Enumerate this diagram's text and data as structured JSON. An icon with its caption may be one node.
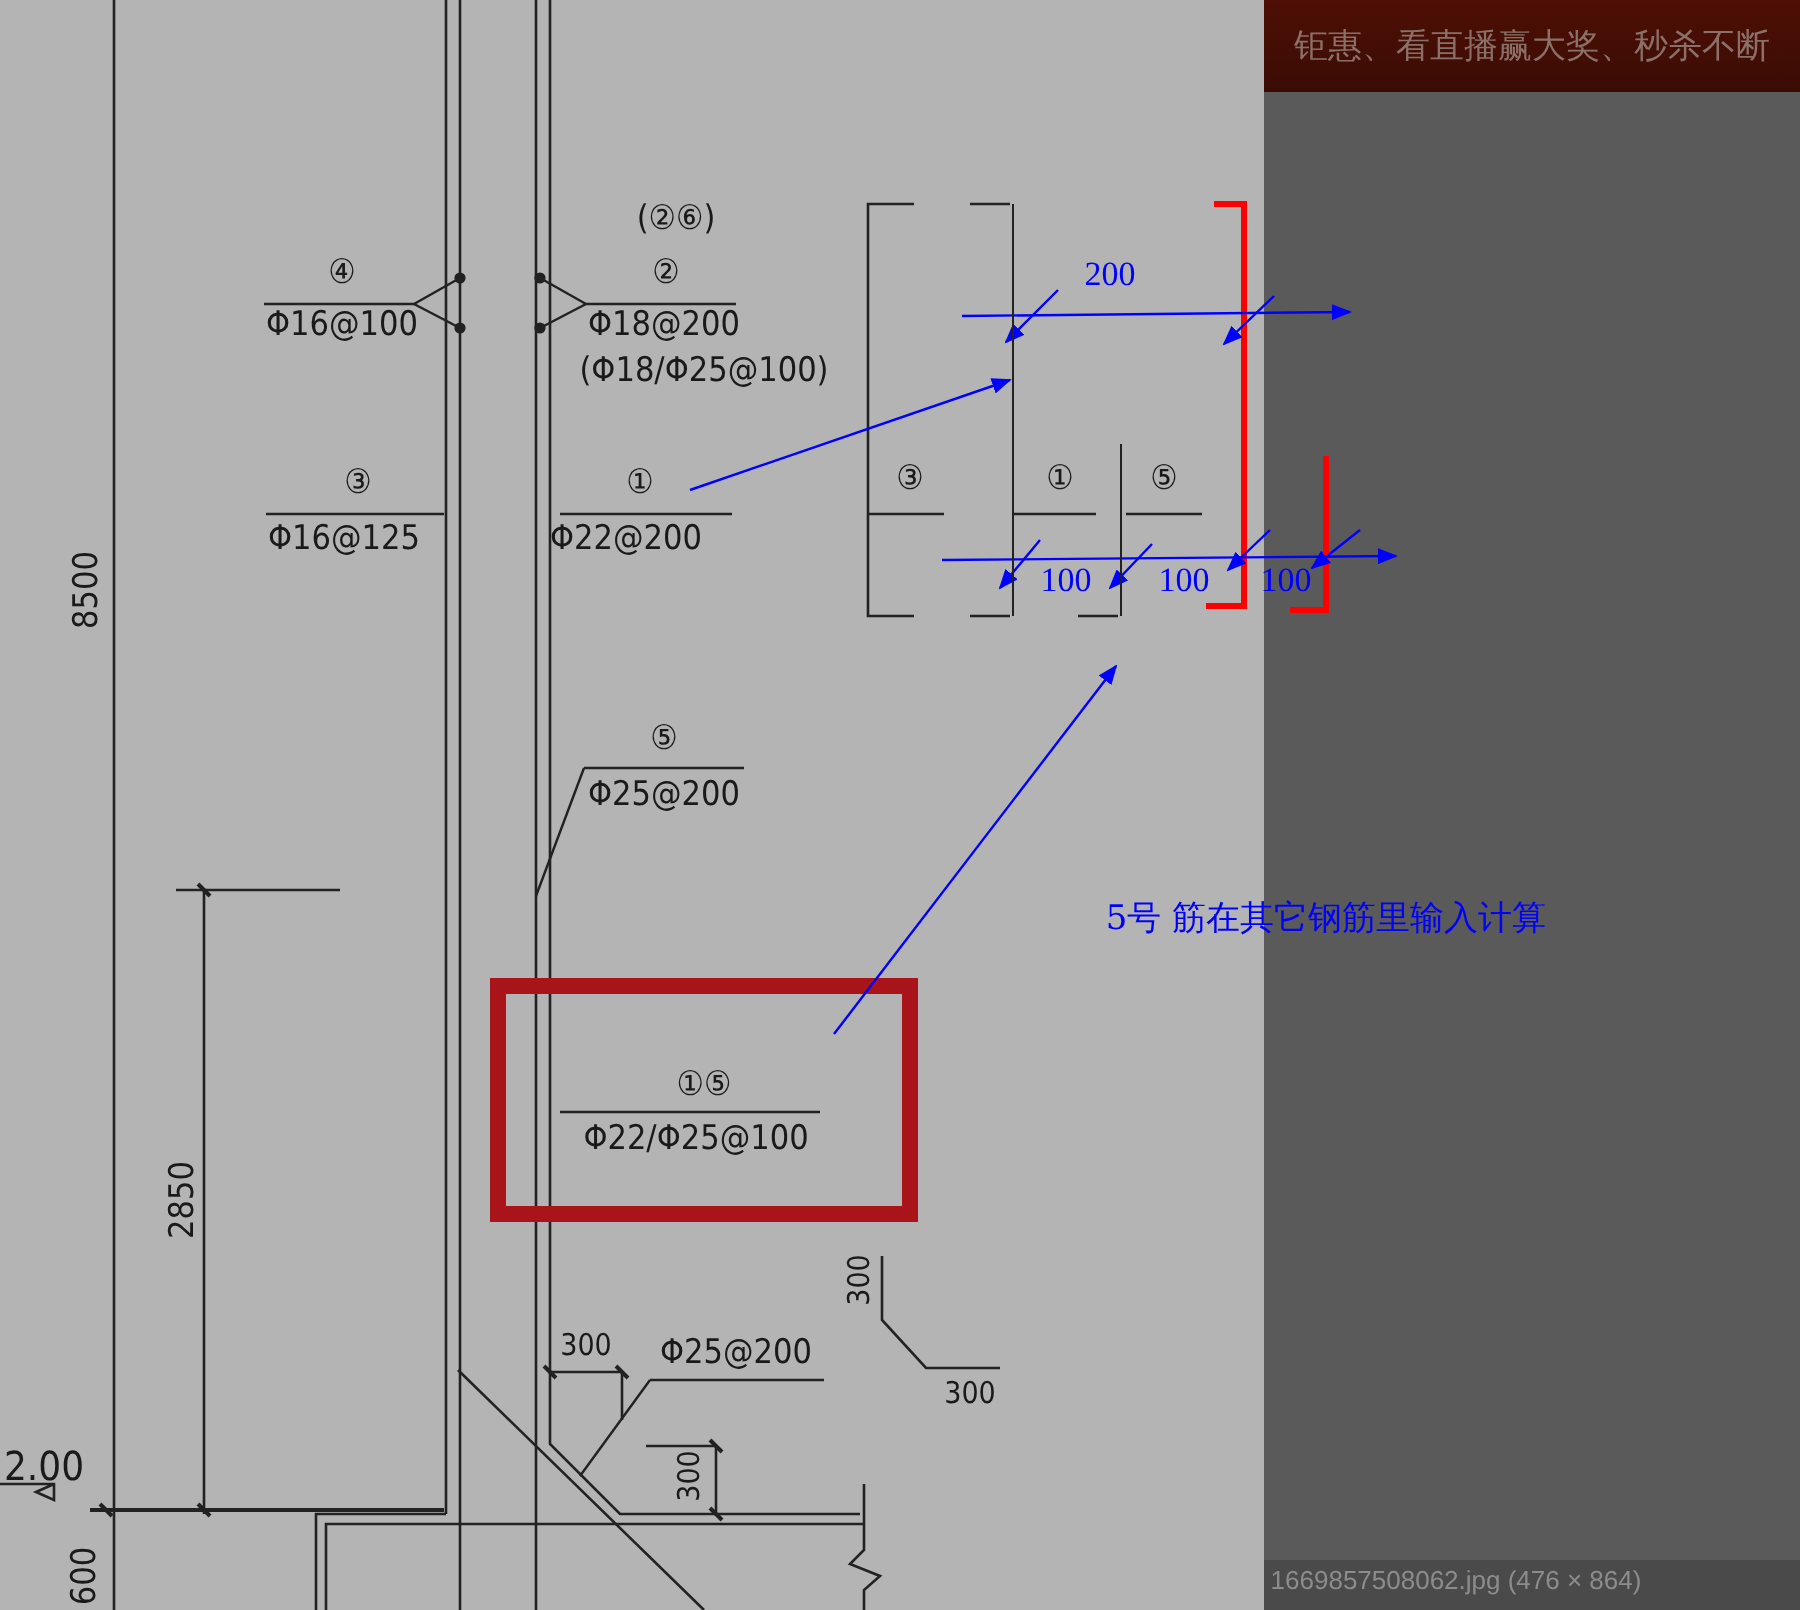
{
  "diagram": {
    "nodes": [
      {
        "text": [
          "①",
          "Φ22@200"
        ]
      },
      {
        "text": [],
        "shape": "bar",
        "beside": [
          "①"
        ]
      },
      {
        "text": [
          "①⑤",
          "Φ22/Φ25@100"
        ]
      },
      {
        "text": [],
        "shape": "bar",
        "beside": [
          "⑤"
        ]
      },
      {
        "text": [
          "④",
          "Φ16@100"
        ]
      },
      {
        "text": [
          "(②⑥)",
          "②",
          "Φ18@200",
          "(Φ18/Φ25@100)"
        ]
      },
      {
        "text": [
          "⑤",
          "Φ25@200"
        ]
      },
      {
        "text": [
          "Φ25@200"
        ]
      },
      {
        "text": [
          "③",
          "Φ16@125"
        ]
      }
    ],
    "edges": [
      {
        "from": 0,
        "to": 1,
        "arrow": "to",
        "color": "#0000ff"
      },
      {
        "from": 2,
        "to": 3,
        "arrow": "to",
        "color": "#0000ff"
      },
      {
        "from": 4,
        "to": null,
        "arrow": "other"
      },
      {
        "from": 4,
        "to": null,
        "arrow": "other"
      },
      {
        "from": 5,
        "to": null,
        "arrow": "other"
      },
      {
        "from": 5,
        "to": null,
        "arrow": "other"
      },
      {
        "from": 6,
        "to": null,
        "arrow": "none"
      },
      {
        "from": 7,
        "to": null,
        "arrow": "none"
      }
    ],
    "labels": [
      "钜惠、看直播赢大奖、秒杀不断",
      "③",
      "200",
      "100",
      "100",
      "100",
      "8500",
      "5号 筋在其它钢筋里输入计算",
      "2850",
      "300",
      "300",
      "300",
      "2.00",
      "300",
      "600",
      "1669857508062.jpg (476 × 864)"
    ]
  }
}
